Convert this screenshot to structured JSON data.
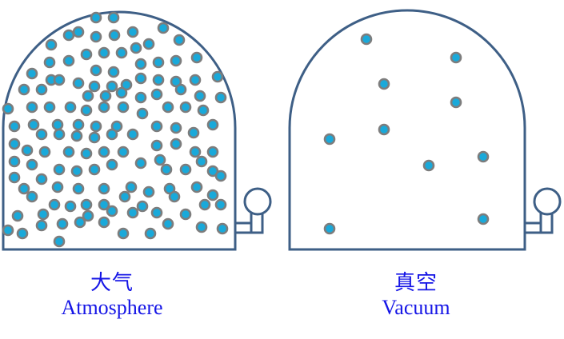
{
  "colors": {
    "outline": "#3e5f86",
    "particle_fill": "#19a9da",
    "particle_ring": "#7d7d7d",
    "caption": "#1515e6"
  },
  "chambers": [
    {
      "id": "atmosphere",
      "label_zh": "大气",
      "label_en": "Atmosphere"
    },
    {
      "id": "vacuum",
      "label_zh": "真空",
      "label_en": "Vacuum"
    }
  ]
}
